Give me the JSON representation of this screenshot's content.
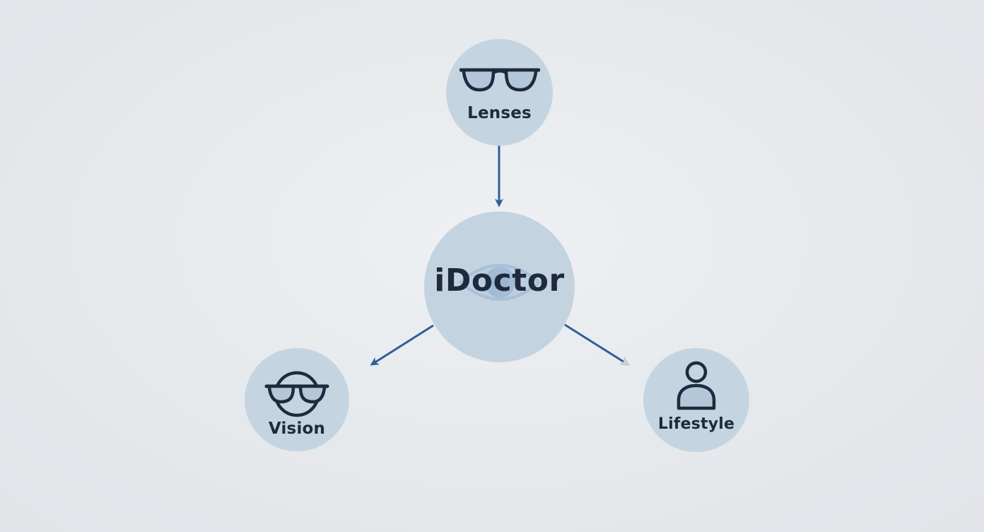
{
  "diagram": {
    "center": {
      "label": "iDoctor",
      "icon": "eye-icon"
    },
    "nodes": [
      {
        "id": "lenses",
        "label": "Lenses",
        "icon": "glasses-icon"
      },
      {
        "id": "vision",
        "label": "Vision",
        "icon": "face-with-glasses-icon"
      },
      {
        "id": "lifestyle",
        "label": "Lifestyle",
        "icon": "person-icon"
      }
    ],
    "edges": [
      {
        "from": "lenses",
        "to": "center"
      },
      {
        "from": "center",
        "to": "vision"
      },
      {
        "from": "center",
        "to": "lifestyle"
      }
    ]
  },
  "colors": {
    "background": "#e6e9ec",
    "node_fill": "#c5d4e1",
    "arrow": "#2f5f98",
    "text": "#1e2a3d",
    "eye_watermark": "#a9c0d8"
  }
}
